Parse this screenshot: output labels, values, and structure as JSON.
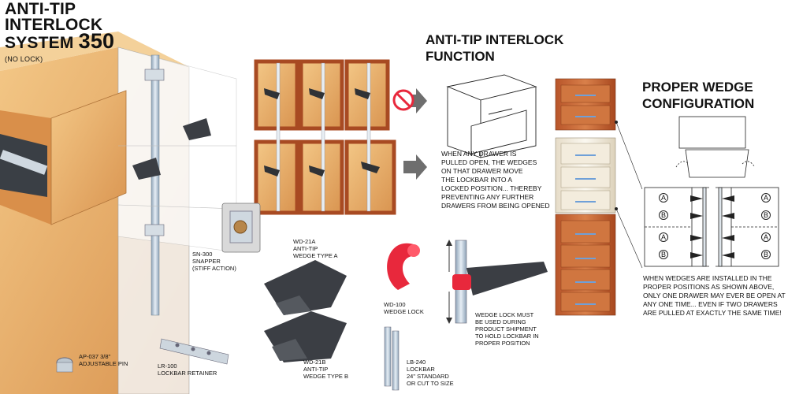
{
  "title": {
    "line1": "ANTI-TIP",
    "line2": "INTERLOCK",
    "line3": "SYSTEM",
    "number": "350",
    "sub": "(NO LOCK)"
  },
  "function": {
    "heading1": "ANTI-TIP INTERLOCK",
    "heading2": "FUNCTION",
    "desc": [
      "WHEN ANY DRAWER IS",
      "PULLED OPEN, THE WEDGES",
      "ON THAT DRAWER MOVE",
      "THE LOCKBAR INTO A",
      "LOCKED POSITION... THEREBY",
      "PREVENTING ANY FURTHER",
      "DRAWERS FROM BEING OPENED"
    ]
  },
  "wedge_config": {
    "heading1": "PROPER WEDGE",
    "heading2": "CONFIGURATION",
    "desc": [
      "WHEN WEDGES ARE INSTALLED IN THE",
      "PROPER POSITIONS AS SHOWN ABOVE,",
      "ONLY ONE DRAWER MAY EVER BE OPEN AT",
      "ANY ONE TIME... EVEN IF TWO DRAWERS",
      "ARE PULLED AT EXACTLY THE SAME TIME!"
    ],
    "left_labels": [
      "A",
      "B",
      "A",
      "B"
    ],
    "right_labels": [
      "A",
      "B",
      "A",
      "B"
    ]
  },
  "parts": {
    "sn300": [
      "SN-300",
      "SNAPPER",
      "(STIFF ACTION)"
    ],
    "wd21a": [
      "WD-21A",
      "ANTI-TIP",
      "WEDGE TYPE A"
    ],
    "wd21b": [
      "WD-21B",
      "ANTI-TIP",
      "WEDGE TYPE B"
    ],
    "wd100": [
      "WD-100",
      "WEDGE LOCK"
    ],
    "wedgelock_note": [
      "WEDGE LOCK MUST",
      "BE USED DURING",
      "PRODUCT SHIPMENT",
      "TO HOLD LOCKBAR IN",
      "PROPER POSITION"
    ],
    "ap037": [
      "AP-037 3/8\"",
      "ADJUSTABLE PIN"
    ],
    "lr100": [
      "LR-100",
      "LOCKBAR RETAINER"
    ],
    "lb240": [
      "LB-240",
      "LOCKBAR",
      "24\" STANDARD",
      "OR CUT TO SIZE"
    ]
  },
  "colors": {
    "wood": "#e9b470",
    "wood_dark": "#c98a45",
    "frame": "#a84a22",
    "cabinet": "#c8693a",
    "wedge": "#3b3e44",
    "red_lock": "#e8283c",
    "arrow": "#6e6e6e",
    "steel": "#b9c8d6"
  }
}
